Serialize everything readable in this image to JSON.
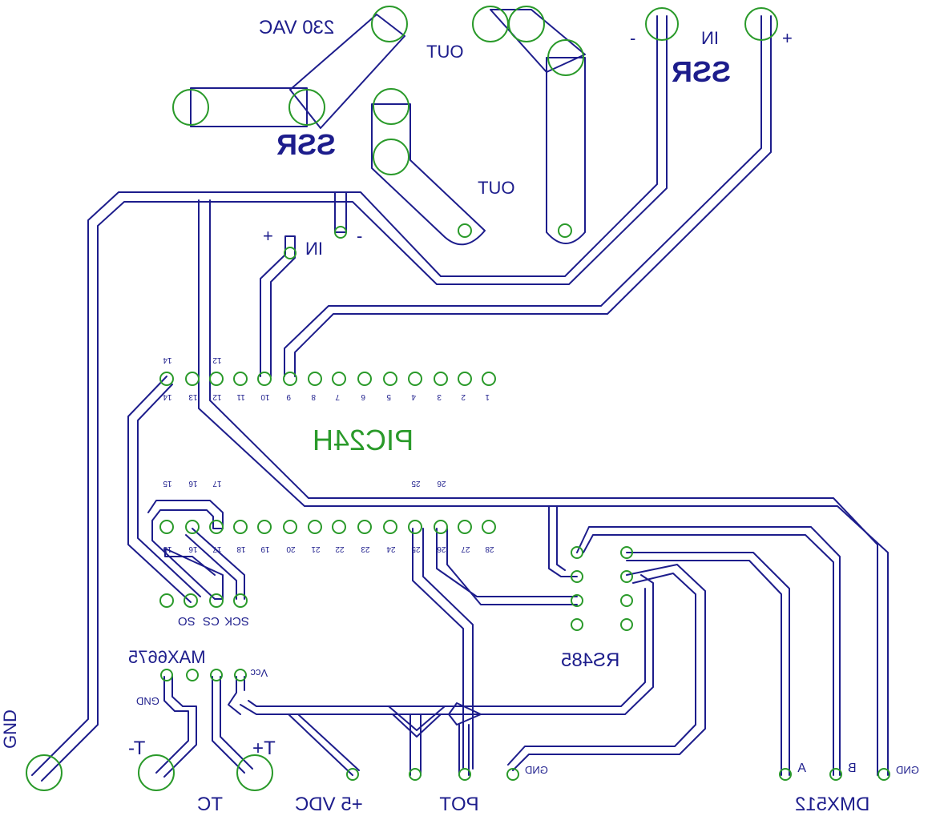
{
  "labels": {
    "vac": "230 VAC",
    "ssr_left": "SSR",
    "ssr_right": "SSR",
    "out_top": "OUT",
    "out_mid": "OUT",
    "in_top": "IN",
    "in_small": "IN",
    "minus_top": "-",
    "plus_top": "+",
    "plus_small": "+",
    "minus_small": "-",
    "pic": "PIC24H",
    "max": "MAX6675",
    "rs485": "RS485",
    "gnd_left": "GND",
    "t_minus": "T-",
    "t_plus": "T+",
    "tc": "TC",
    "vdc": "+5 VDC",
    "pot": "POT",
    "dmx": "DMX512",
    "dmx_a": "A",
    "dmx_b": "B",
    "dmx_gnd": "GND",
    "pot_gnd": "GND",
    "max_gnd": "GND",
    "max_vcc": "Vcc",
    "max_so": "SO",
    "max_cs": "CS",
    "max_sck": "SCK"
  },
  "pic_pins_top": [
    "14",
    "13",
    "12",
    "11",
    "10",
    "9",
    "8",
    "7",
    "6",
    "5",
    "4",
    "3",
    "2",
    "1"
  ],
  "pic_pins_top_marked": [
    "14",
    "12"
  ],
  "pic_pins_bottom": [
    "15",
    "16",
    "17",
    "18",
    "19",
    "20",
    "21",
    "22",
    "23",
    "24",
    "25",
    "26",
    "27",
    "28"
  ],
  "pic_pins_bottom_marked": [
    "15",
    "16",
    "17",
    "25",
    "26"
  ],
  "colors": {
    "trace": "#1d1d8c",
    "pad": "#2a9a2a",
    "background": "#ffffff"
  }
}
